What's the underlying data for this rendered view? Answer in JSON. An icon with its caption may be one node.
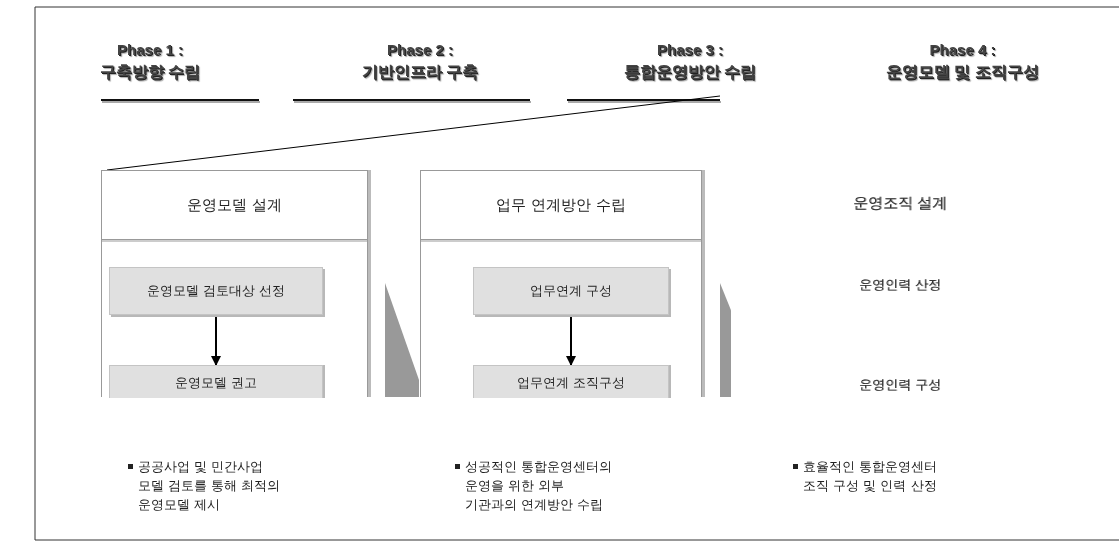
{
  "diagram": {
    "nodes": [
      {
        "text": [
          "Phase 1 :",
          "구축방향 수립"
        ]
      },
      {
        "text": [
          "Phase 2 :",
          "기반인프라 구축"
        ]
      },
      {
        "text": [
          "Phase 3 :",
          "통합운영방안 수립"
        ]
      },
      {
        "text": [
          "Phase 4 :",
          "운영모델 및 조직구성"
        ]
      },
      {
        "text": [
          "운영모델 설계"
        ]
      },
      {
        "text": [
          "운영모델 검토대상 선정"
        ],
        "in": 4
      },
      {
        "text": [
          "운영모델 권고"
        ],
        "in": 4
      },
      {
        "text": [
          "업무 연계방안 수립"
        ]
      },
      {
        "text": [
          "업무연계 구성"
        ],
        "in": 7
      },
      {
        "text": [
          "업무연계 조직구성"
        ],
        "in": 7
      },
      {
        "text": [
          "운영조직 설계"
        ]
      },
      {
        "text": [
          "운영인력 산정"
        ]
      },
      {
        "text": [
          "운영인력 구성"
        ]
      },
      {
        "text": [],
        "shape": "chevron"
      }
    ],
    "edges": [
      {
        "from": 2,
        "to": 4,
        "arrow": "none"
      },
      {
        "from": 5,
        "to": 6,
        "arrow": "to"
      },
      {
        "from": 8,
        "to": 9,
        "arrow": "to"
      },
      {
        "from": 4,
        "to": 7,
        "arrow": "to",
        "color": "#999999"
      }
    ],
    "labels": [
      "공공사업 및 민간사업 모델 검토를 통해 최적의 운영모델 제시",
      "성공적인 통합운영센터의 운영을 위한 외부 기관과의 연계방안 수립",
      "효율적인 통합운영센터 조직 구성 및 인력 산정"
    ]
  }
}
